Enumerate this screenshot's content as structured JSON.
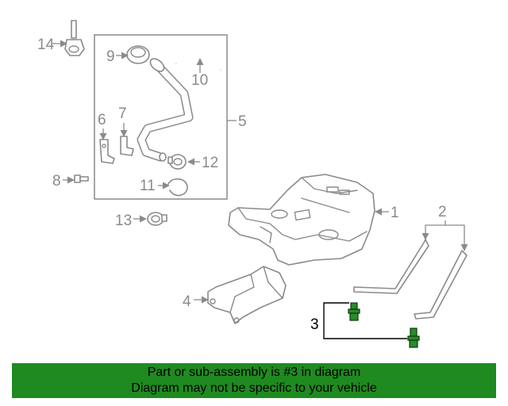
{
  "labels": {
    "p1": "1",
    "p2": "2",
    "p3": "3",
    "p4": "4",
    "p5": "5",
    "p6": "6",
    "p7": "7",
    "p8": "8",
    "p9": "9",
    "p10": "10",
    "p11": "11",
    "p12": "12",
    "p13": "13",
    "p14": "14"
  },
  "highlight_part": "3",
  "colors": {
    "banner": "#1f8a1f",
    "highlight": "#2a8a2a",
    "line": "#8a8a8a"
  },
  "banner": {
    "line1": "Part or sub-assembly is #3 in diagram",
    "line2": "Diagram may not be specific to your vehicle"
  }
}
